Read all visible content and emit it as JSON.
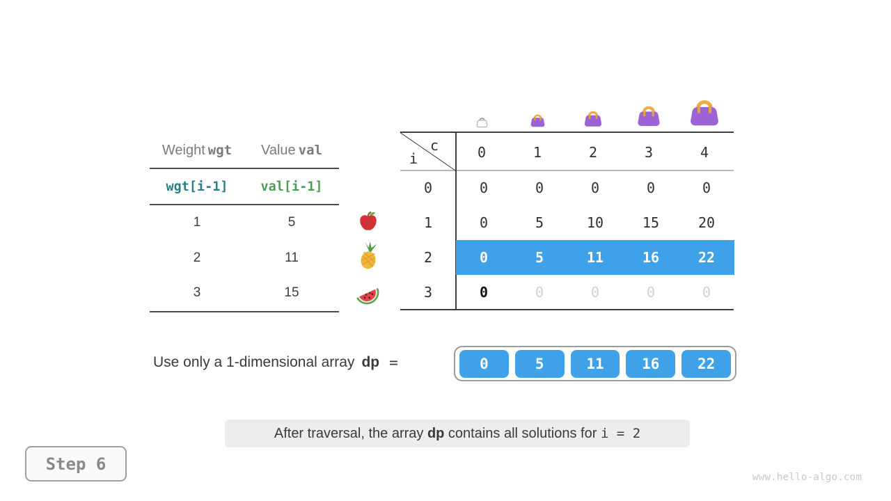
{
  "items_table": {
    "header": {
      "col1_text": "Weight",
      "col1_code": "wgt",
      "col2_text": "Value",
      "col2_code": "val"
    },
    "formula": {
      "col1": "wgt[i-1]",
      "col2": "val[i-1]"
    },
    "rows": [
      [
        "1",
        "5"
      ],
      [
        "2",
        "11"
      ],
      [
        "3",
        "15"
      ]
    ],
    "fruits": [
      "apple",
      "pineapple",
      "watermelon"
    ]
  },
  "dp_table": {
    "corner": {
      "col_var": "c",
      "row_var": "i"
    },
    "col_headers": [
      "0",
      "1",
      "2",
      "3",
      "4"
    ],
    "row_headers": [
      "0",
      "1",
      "2",
      "3"
    ],
    "rows": [
      [
        "0",
        "0",
        "0",
        "0",
        "0"
      ],
      [
        "0",
        "5",
        "10",
        "15",
        "20"
      ],
      [
        "0",
        "5",
        "11",
        "16",
        "22"
      ],
      [
        "0",
        "0",
        "0",
        "0",
        "0"
      ]
    ],
    "highlighted_row_index": 2,
    "bags": [
      {
        "capacity": "0",
        "variant": "empty"
      },
      {
        "capacity": "1",
        "variant": "purple"
      },
      {
        "capacity": "2",
        "variant": "purple"
      },
      {
        "capacity": "3",
        "variant": "purple"
      },
      {
        "capacity": "4",
        "variant": "purple"
      }
    ]
  },
  "dp_array_section": {
    "label": "Use only a 1-dimensional array",
    "var": "dp",
    "equals": "=",
    "values": [
      "0",
      "5",
      "11",
      "16",
      "22"
    ]
  },
  "caption": {
    "text_before_bold": "After traversal, the array ",
    "bold": "dp",
    "text_after_bold": " contains all solutions for ",
    "code": "i = 2"
  },
  "step_badge": {
    "label": "Step 6"
  },
  "watermark": "www.hello-algo.com",
  "colors": {
    "highlight_blue": "#3fa1e8",
    "wgt_teal": "#2b7f8a",
    "val_green": "#4e9e57",
    "bag_purple": "#9b63d3",
    "bag_handle_orange": "#f0ab45",
    "muted_gray": "#d2d2d2"
  }
}
